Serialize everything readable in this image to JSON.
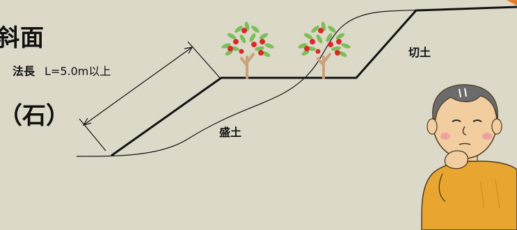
{
  "labels": {
    "title_partial": "斜面",
    "stone": "（石）",
    "slope_length_prefix": "法長",
    "slope_length_value": "L=5.0m以上",
    "cut_soil": "切土",
    "fill_soil": "盛土"
  },
  "colors": {
    "background": "#ddd9c8",
    "line": "#111111",
    "leaf": "#7cbf5a",
    "fruit": "#d92a2a",
    "trunk": "#c9a27a",
    "skin": "#f2cda0",
    "sweater": "#e8a630",
    "hair": "#6b6b6b",
    "accent_orange": "#e87a2a"
  },
  "icons": {
    "trees": [
      "apple-tree-icon",
      "apple-tree-icon"
    ],
    "person": "thinking-man-icon"
  }
}
